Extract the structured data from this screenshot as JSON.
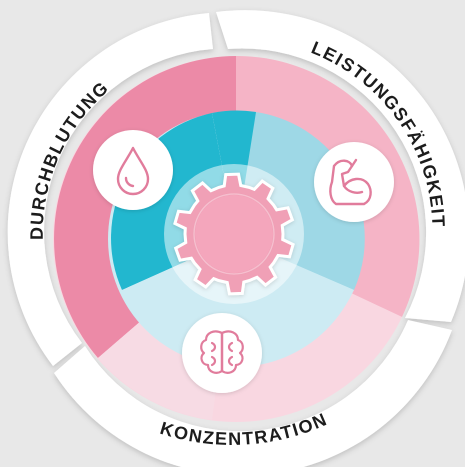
{
  "diagram": {
    "segments": [
      {
        "key": "durchblutung",
        "label": "DURCHBLUTUNG",
        "icon": "water-drop-icon"
      },
      {
        "key": "leistung",
        "label": "LEISTUNGSFÄHIGKEIT",
        "icon": "flexed-arm-icon"
      },
      {
        "key": "konzentration",
        "label": "KONZENTRATION",
        "icon": "brain-icon"
      }
    ],
    "center_icon": "gear-icon",
    "colors": {
      "background": "#e8e8e8",
      "outer_ring": "#ffffff",
      "pink_dark": "#ec8aa7",
      "pink_mid": "#f5b4c6",
      "pink_light": "#f9d7e1",
      "teal_dark": "#22b7cf",
      "teal_mid": "#9ed8e6",
      "teal_light": "#cdebf3",
      "gear": "#f0a0b6",
      "icon_stroke": "#e17c9c"
    }
  }
}
